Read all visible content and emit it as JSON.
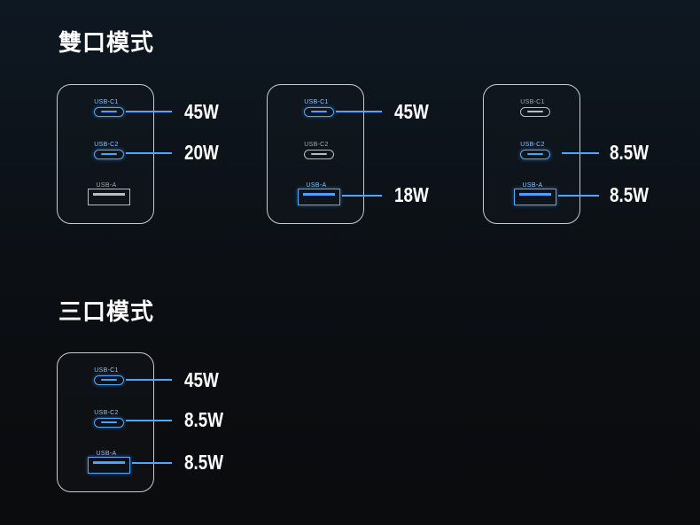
{
  "sections": {
    "dual_title": "雙口模式",
    "triple_title": "三口模式"
  },
  "ports": {
    "c1": "USB-C1",
    "c2": "USB-C2",
    "a": "USB-A"
  },
  "dual": [
    {
      "c1": "45W",
      "c2": "20W",
      "a": ""
    },
    {
      "c1": "45W",
      "c2": "",
      "a": "18W"
    },
    {
      "c1": "",
      "c2": "8.5W",
      "a": "8.5W"
    }
  ],
  "triple": [
    {
      "c1": "45W",
      "c2": "8.5W",
      "a": "8.5W"
    }
  ],
  "colors": {
    "active": "#4aa8ff",
    "inactive": "#b9bcc1",
    "border": "#c8ccd2"
  }
}
